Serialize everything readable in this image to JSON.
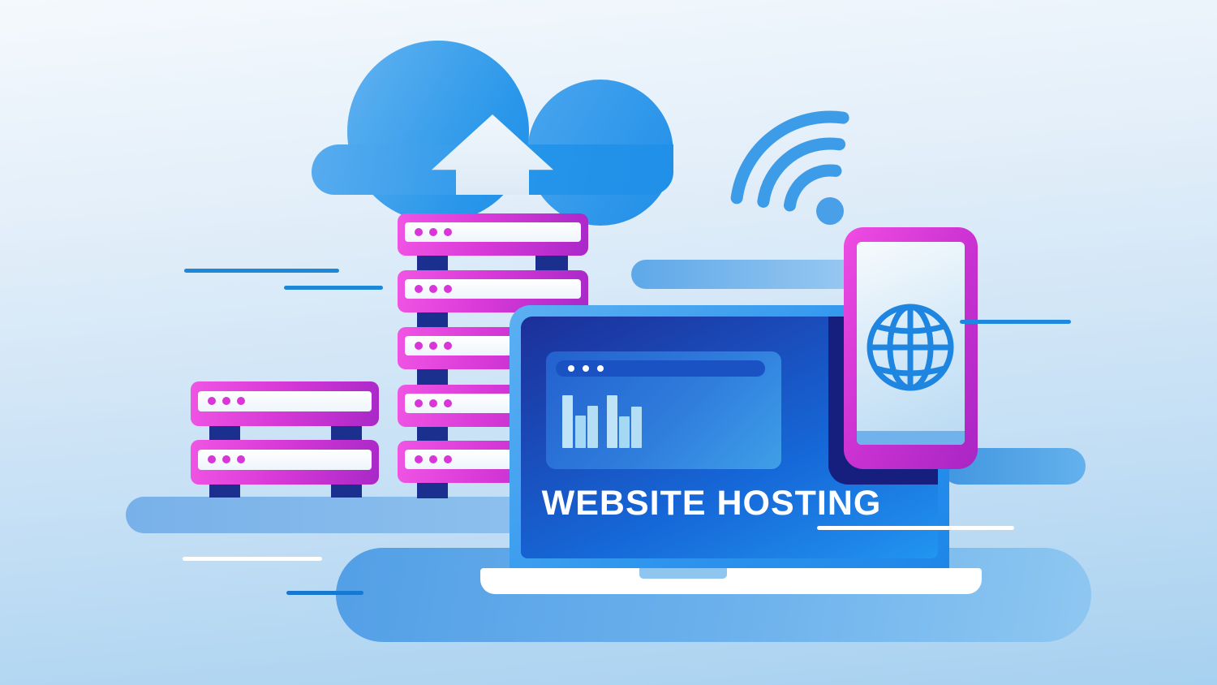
{
  "title": {
    "text": "WEBSITE HOSTING"
  },
  "palette": {
    "background_light": "#f4f9fd",
    "background_blue": "#a7d1f0",
    "cloud_blue": "#2a97ea",
    "accent_blue": "#1e88e0",
    "deep_navy": "#1b2f8e",
    "screen_navy": "#1c2f98",
    "screen_blue": "#2196f0",
    "server_pink": "#f055e4",
    "server_purple": "#a928c8",
    "white": "#ffffff"
  },
  "icons": [
    "cloud-upload-icon",
    "wifi-icon",
    "globe-icon",
    "server-stack-icon",
    "browser-window-icon",
    "bar-chart-icon"
  ],
  "servers": {
    "main_stack_units": 5,
    "side_stack_units": 2,
    "dots_per_unit": 3
  },
  "browser_window": {
    "dot_count": 3
  },
  "chart_data": {
    "type": "bar",
    "values": [
      65,
      40,
      52,
      65,
      39,
      51
    ],
    "bar_colors": [
      "#bfe4f8",
      "#a5d8f3",
      "#b3def5",
      "#bfe4f8",
      "#a5d8f3",
      "#b3def5"
    ],
    "title": "",
    "xlabel": "",
    "ylabel": "",
    "note": "decorative mini bar chart on laptop screen, two groups of three bars"
  }
}
